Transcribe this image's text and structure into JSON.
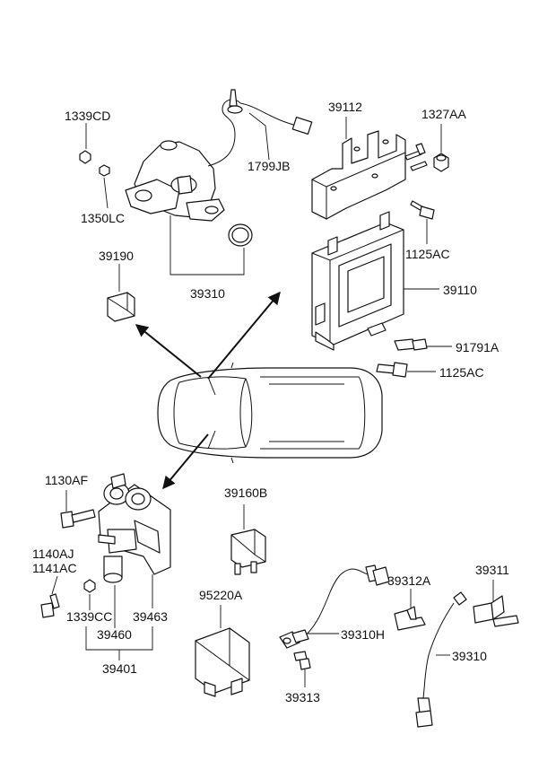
{
  "labels": {
    "p1339CD": "1339CD",
    "p1350LC": "1350LC",
    "p1799JB": "1799JB",
    "p39310_top": "39310",
    "p39190": "39190",
    "p39112": "39112",
    "p1327AA": "1327AA",
    "p1125AC_top": "1125AC",
    "p39110": "39110",
    "p91791A": "91791A",
    "p1125AC_mid": "1125AC",
    "p1130AF": "1130AF",
    "p1140AJ": "1140AJ",
    "p1141AC": "1141AC",
    "p1339CC": "1339CC",
    "p39463": "39463",
    "p39460": "39460",
    "p39401": "39401",
    "p39160B": "39160B",
    "p95220A": "95220A",
    "p39312A": "39312A",
    "p39310H": "39310H",
    "p39313": "39313",
    "p39311": "39311",
    "p39310_bot": "39310"
  }
}
